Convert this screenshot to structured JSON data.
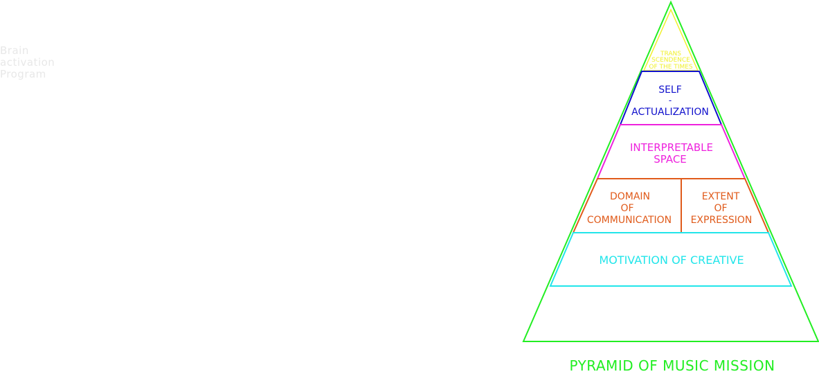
{
  "brand": {
    "lines": [
      "Brain",
      "activation",
      "Program"
    ]
  },
  "colors": {
    "outline": "#22ee22",
    "tier1": "#f0f02a",
    "tier2": "#1010cc",
    "tier3": "#ee22dd",
    "tier4": "#e05a1a",
    "tier5": "#22e5ea",
    "caption": "#22ee22",
    "brand": "#e6e6e6"
  },
  "pyramid": {
    "title": "PYRAMID OF MUSIC MISSION",
    "tier1": {
      "lines": [
        "TRANS",
        "SCENDENCE",
        "OF THE TIMES"
      ]
    },
    "tier2": {
      "lines": [
        "SELF",
        "-",
        "ACTUALIZATION"
      ]
    },
    "tier3": {
      "lines": [
        "INTERPRETABLE",
        "SPACE"
      ]
    },
    "tier4": {
      "left": {
        "lines": [
          "DOMAIN",
          "OF",
          "COMMUNICATION"
        ]
      },
      "right": {
        "lines": [
          "EXTENT",
          "OF",
          "EXPRESSION"
        ]
      }
    },
    "tier5": {
      "lines": [
        "MOTIVATION OF CREATIVE"
      ]
    }
  }
}
